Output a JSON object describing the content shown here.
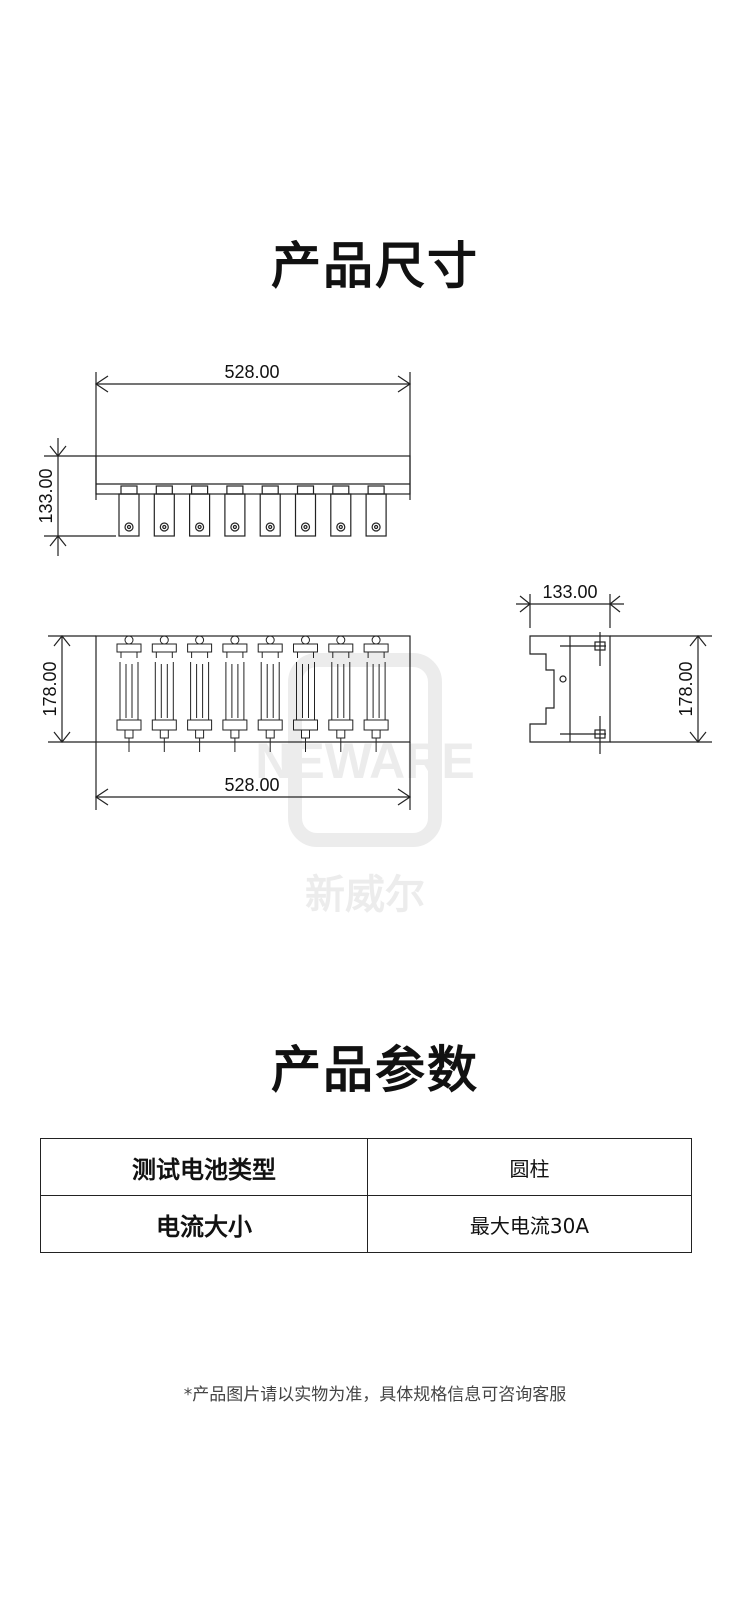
{
  "sections": {
    "dimensions_title": "产品尺寸",
    "parameters_title": "产品参数"
  },
  "drawing": {
    "top_view": {
      "width": "528.00",
      "height": "133.00"
    },
    "front_view": {
      "height": "178.00",
      "width": "528.00"
    },
    "side_view": {
      "width": "133.00",
      "height": "178.00"
    },
    "channels": 8,
    "watermark": {
      "brand": "NEWARE",
      "subtitle": "新威尔"
    }
  },
  "parameters": [
    {
      "label": "测试电池类型",
      "value": "圆柱"
    },
    {
      "label": "电流大小",
      "value": "最大电流30A"
    }
  ],
  "footnote": "*产品图片请以实物为准，具体规格信息可咨询客服"
}
